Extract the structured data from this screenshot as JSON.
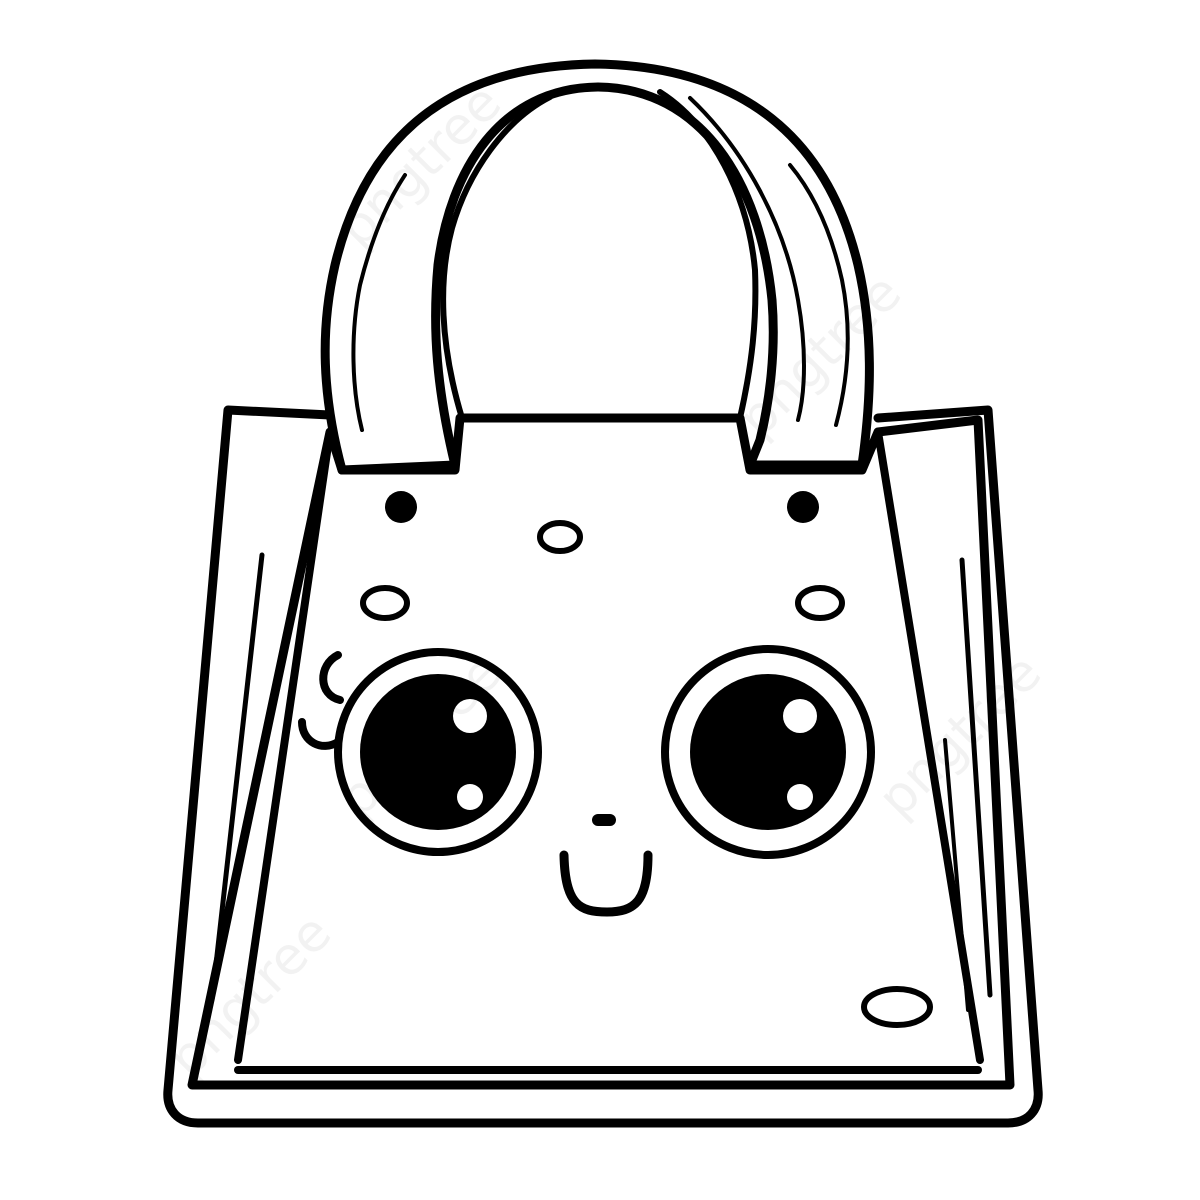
{
  "illustration": {
    "subject": "kawaii-shopping-bag",
    "style": "black-outline-line-art",
    "colors": {
      "ink": "#000000",
      "background": "#ffffff",
      "highlight": "#ffffff"
    }
  },
  "watermark": {
    "text": "pngtree"
  }
}
